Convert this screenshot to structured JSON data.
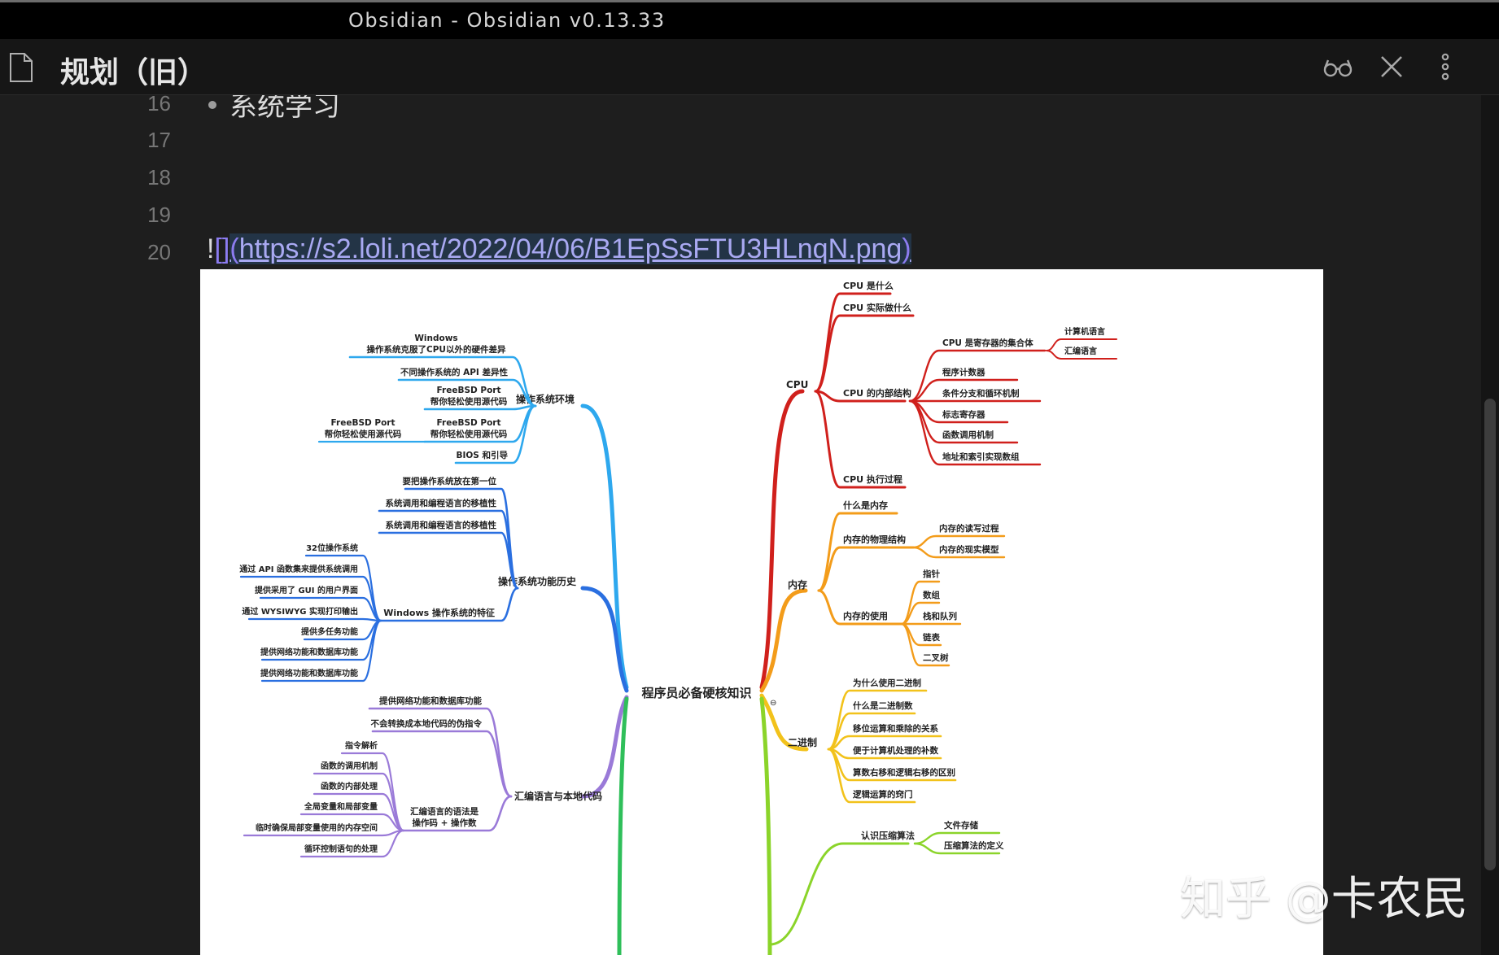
{
  "window": {
    "title": "Obsidian - Obsidian v0.13.33"
  },
  "note": {
    "title": "规划（旧）"
  },
  "actions": [
    {
      "name": "preview-toggle",
      "icon": "glasses-icon"
    },
    {
      "name": "close",
      "icon": "close-icon"
    },
    {
      "name": "more-options",
      "icon": "more-vertical-icon"
    }
  ],
  "editor": {
    "lines": [
      {
        "number": "16",
        "text": "系统学习",
        "bullet": true
      },
      {
        "number": "17",
        "text": ""
      },
      {
        "number": "18",
        "text": ""
      },
      {
        "number": "19",
        "text": ""
      },
      {
        "number": "20",
        "text": ""
      }
    ],
    "image_link": {
      "bang": "!",
      "brackets": "[]",
      "open_paren": "(",
      "url": "https://s2.loli.net/2022/04/06/B1EpSsFTU3HLnqN.png",
      "close_paren": ")"
    }
  },
  "mindmap": {
    "root": "程序员必备硬核知识",
    "colors": {
      "cpu": "#d0201c",
      "memory": "#f39c1a",
      "binary": "#f2c21b",
      "compress": "#8bd42a",
      "os_env": "#2ea8ee",
      "os_history": "#2a6fe0",
      "asm": "#9a7ad8",
      "bottom": "#2fbf5a"
    },
    "cpu": {
      "label": "CPU",
      "children": [
        "CPU 是什么",
        "CPU 实际做什么",
        "CPU 的内部结构",
        "CPU 执行过程"
      ],
      "internal": [
        "CPU 是寄存器的集合体",
        "程序计数器",
        "条件分支和循环机制",
        "标志寄存器",
        "函数调用机制",
        "地址和索引实现数组"
      ],
      "registers": [
        "计算机语言",
        "汇编语言"
      ]
    },
    "memory": {
      "label": "内存",
      "children": [
        "什么是内存",
        "内存的物理结构",
        "内存的使用"
      ],
      "physical": [
        "内存的读写过程",
        "内存的现实模型"
      ],
      "usage": [
        "指针",
        "数组",
        "栈和队列",
        "链表",
        "二叉树"
      ]
    },
    "binary": {
      "label": "二进制",
      "children": [
        "为什么使用二进制",
        "什么是二进制数",
        "移位运算和乘除的关系",
        "便于计算机处理的补数",
        "算数右移和逻辑右移的区别",
        "逻辑运算的窍门"
      ]
    },
    "compress": {
      "label": "认识压缩算法",
      "children": [
        "文件存储",
        "压缩算法的定义"
      ]
    },
    "os_env": {
      "label": "操作系统环境",
      "children": [
        {
          "text": [
            "Windows",
            "操作系统克服了CPU以外的硬件差异"
          ]
        },
        {
          "text": [
            "不同操作系统的 API 差异性"
          ]
        },
        {
          "text": [
            "FreeBSD Port",
            "帮你轻松使用源代码"
          ]
        },
        {
          "text": [
            "FreeBSD Port",
            "帮你轻松使用源代码"
          ]
        },
        {
          "text": [
            "BIOS 和引导"
          ]
        }
      ],
      "extra": [
        "FreeBSD Port",
        "帮你轻松使用源代码"
      ]
    },
    "os_history": {
      "label": "操作系统功能历史",
      "children": [
        "要把操作系统放在第一位",
        "系统调用和编程语言的移植性",
        "系统调用和编程语言的移植性"
      ],
      "windows": {
        "label": "Windows 操作系统的特征",
        "children": [
          "32位操作系统",
          "通过 API 函数集来提供系统调用",
          "提供采用了 GUI 的用户界面",
          "通过 WYSIWYG 实现打印输出",
          "提供多任务功能",
          "提供网络功能和数据库功能",
          "提供网络功能和数据库功能"
        ]
      }
    },
    "asm": {
      "label": "汇编语言与本地代码",
      "children": [
        "提供网络功能和数据库功能",
        "不会转换成本地代码的伪指令"
      ],
      "syntax": {
        "label": [
          "汇编语言的语法是",
          "操作码 + 操作数"
        ],
        "children": [
          "指令解析",
          "函数的调用机制",
          "函数的内部处理",
          "全局变量和局部变量",
          "临时确保局部变量使用的内存空间",
          "循环控制语句的处理"
        ]
      }
    }
  },
  "watermark": "知乎 @卡农民"
}
